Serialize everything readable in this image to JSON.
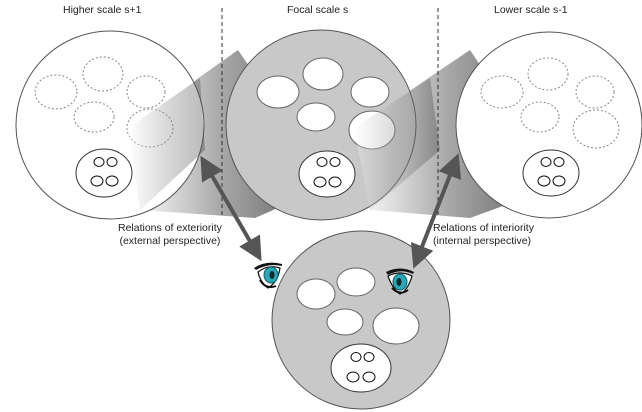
{
  "titles": {
    "higher": "Higher scale s+1",
    "focal": "Focal scale s",
    "lower": "Lower scale s-1"
  },
  "relations": {
    "exterior_line1": "Relations of exteriority",
    "exterior_line2": "(external perspective)",
    "interior_line1": "Relations of interiority",
    "interior_line2": "(internal perspective)"
  },
  "colors": {
    "focal_fill": "#c8c8c8",
    "bottom_fill": "#c8c8c8",
    "outline": "#555555",
    "dashed": "#333333",
    "arrow": "#555555",
    "eye_iris": "#2aa7b7"
  },
  "icons": [
    "eye-icon",
    "double-arrow-icon"
  ]
}
